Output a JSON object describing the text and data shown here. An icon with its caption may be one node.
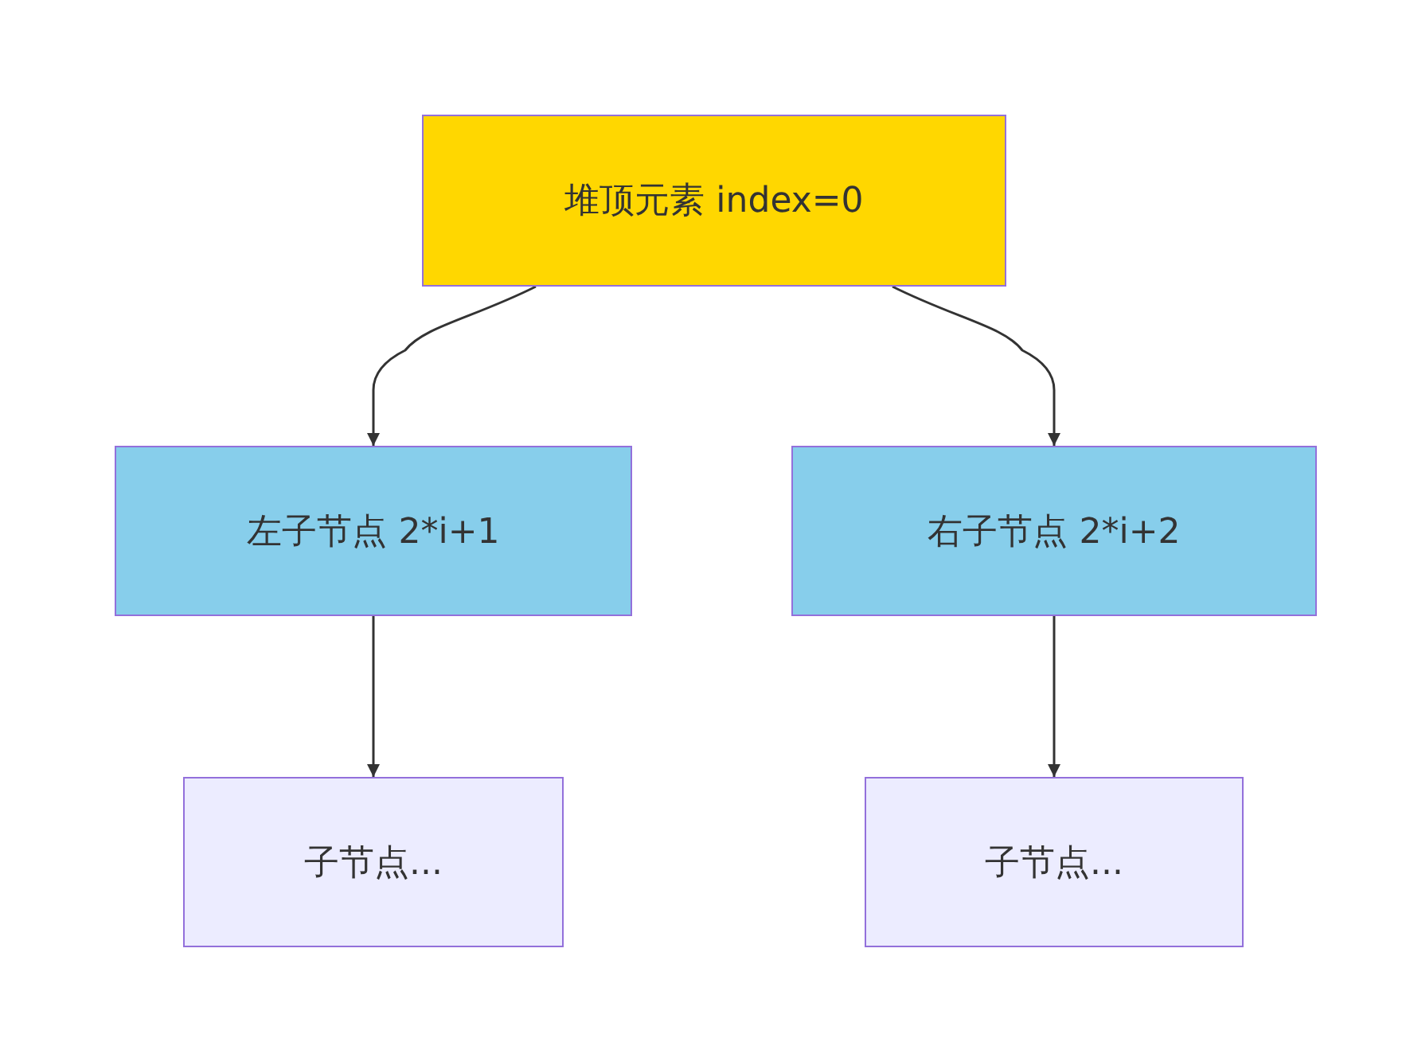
{
  "diagram": {
    "nodes": [
      {
        "text": [
          "堆顶元素 index=0"
        ]
      },
      {
        "text": [
          "左子节点 2*i+1"
        ]
      },
      {
        "text": [
          "右子节点 2*i+2"
        ]
      },
      {
        "text": [
          "子节点..."
        ]
      },
      {
        "text": [
          "子节点..."
        ]
      }
    ],
    "edges": [
      {
        "from": 0,
        "to": 1,
        "arrow": "to"
      },
      {
        "from": 0,
        "to": 2,
        "arrow": "to"
      },
      {
        "from": 1,
        "to": 3,
        "arrow": "to"
      },
      {
        "from": 2,
        "to": 4,
        "arrow": "to"
      }
    ]
  }
}
